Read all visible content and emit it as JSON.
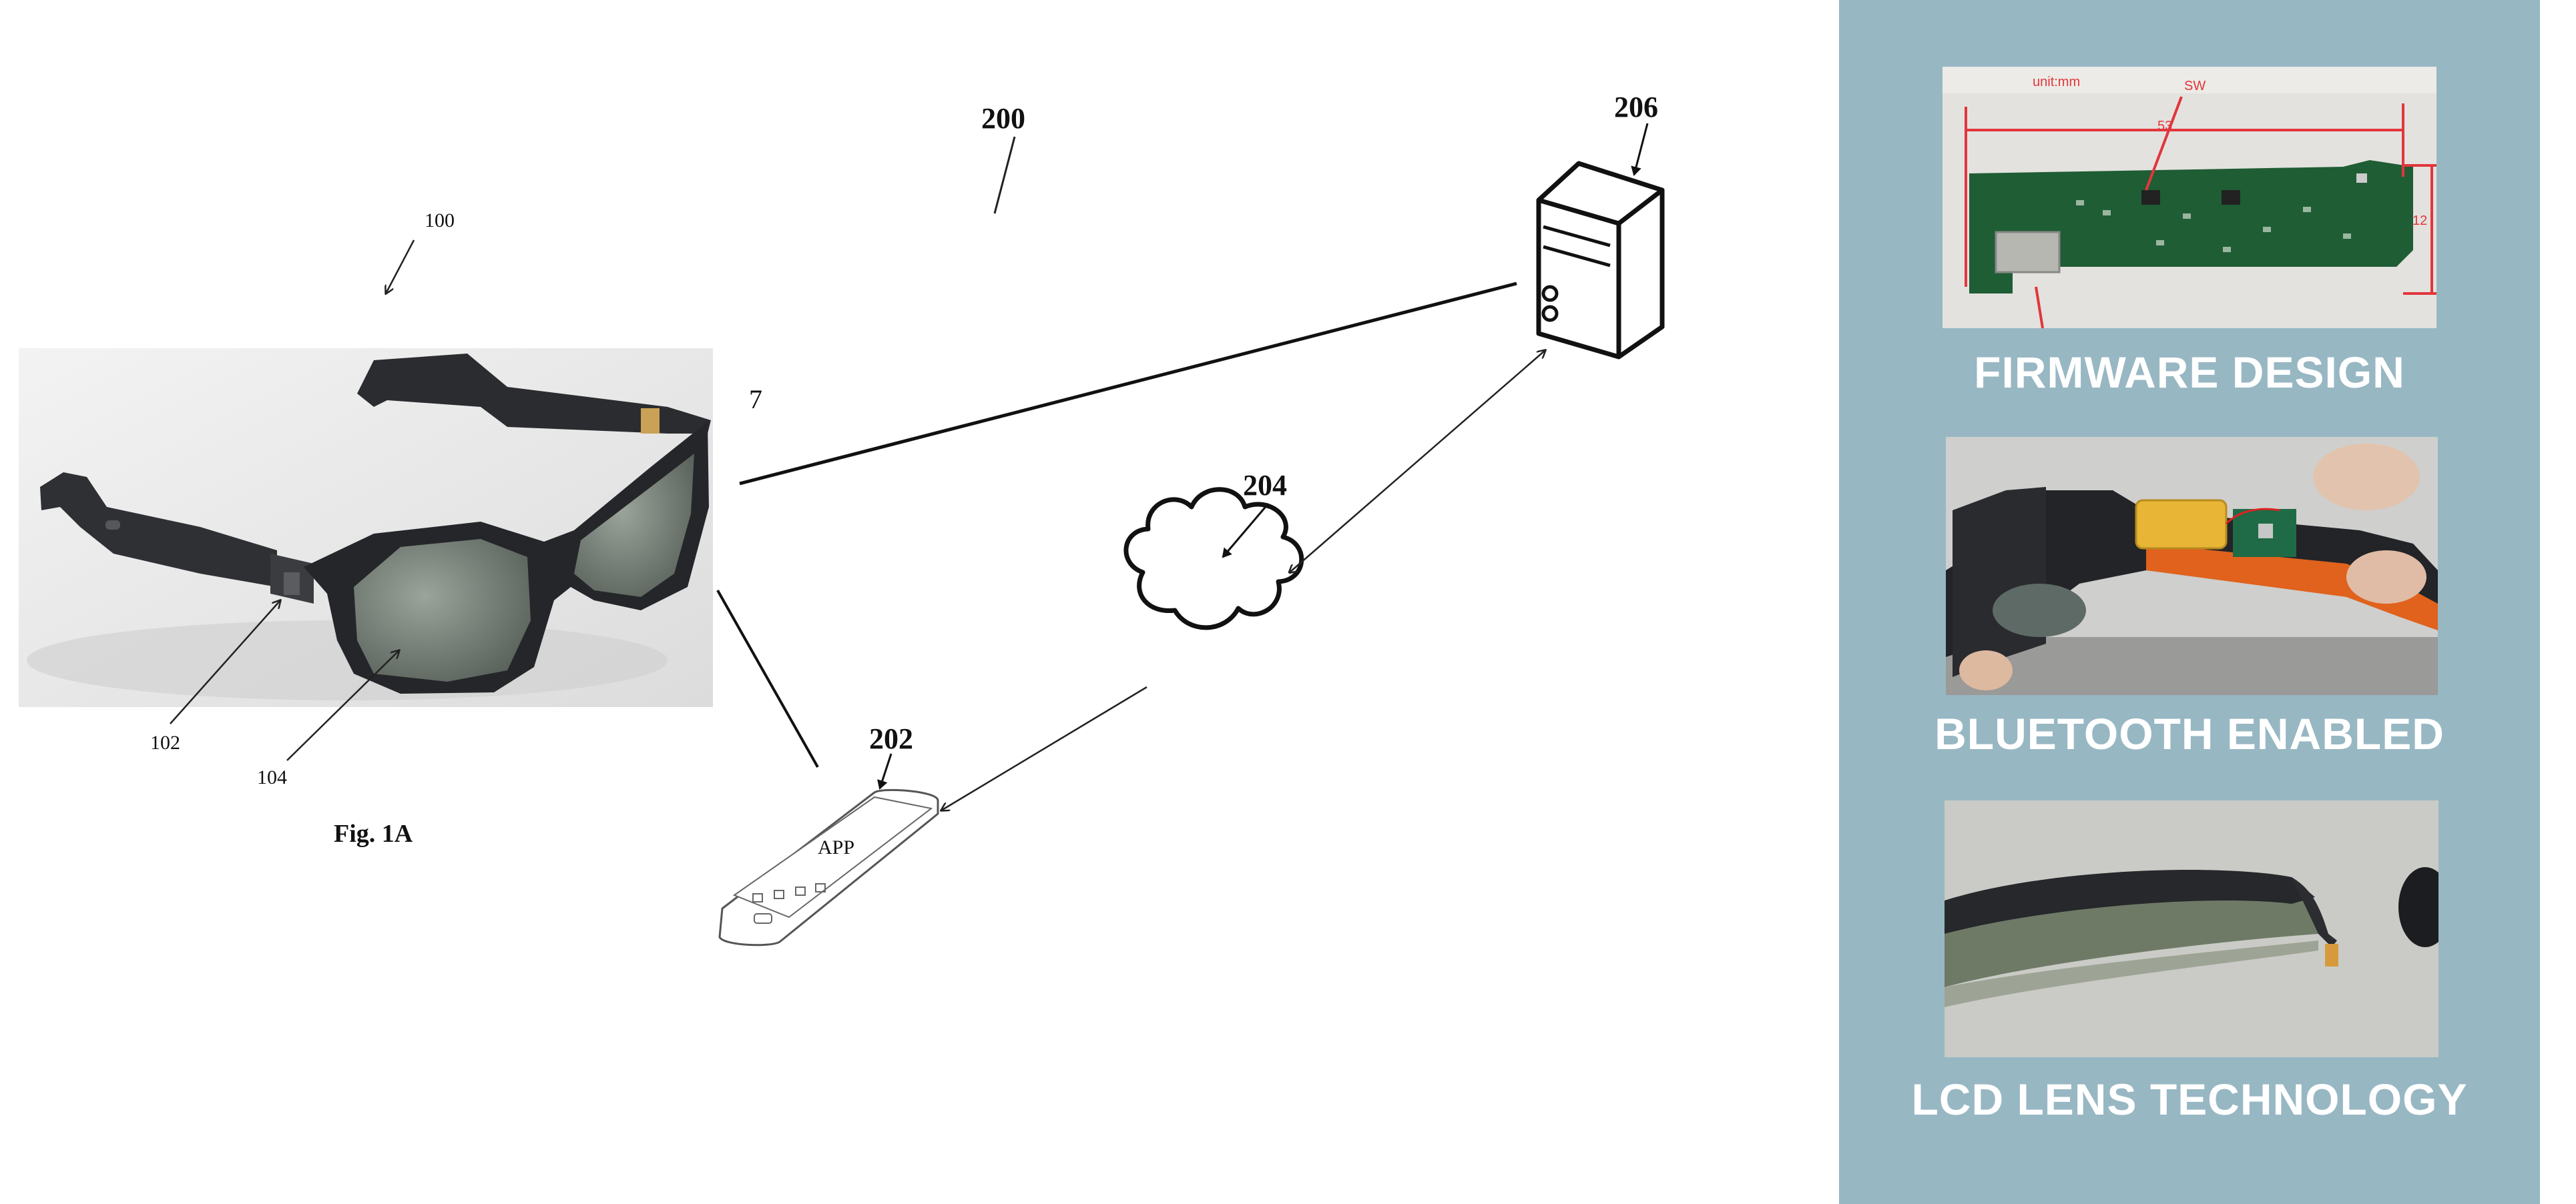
{
  "diagram": {
    "figure_label": "Fig. 1A",
    "refs": {
      "system": "200",
      "glasses": "100",
      "frame": "102",
      "lens": "104",
      "phone": "202",
      "cloud": "204",
      "server": "206",
      "stray": "7"
    },
    "phone_app_label": "APP"
  },
  "panel": {
    "colors": {
      "background": "#97b7c3",
      "text": "#ffffff"
    },
    "features": [
      {
        "title": "FIRMWARE DESIGN",
        "photo": "circuit-board"
      },
      {
        "title": "BLUETOOTH ENABLED",
        "photo": "battery-in-temple"
      },
      {
        "title": "LCD LENS TECHNOLOGY",
        "photo": "lens-side-view"
      }
    ],
    "pcb_annotations": {
      "unit": "unit:mm",
      "label_sw": "SW",
      "dim_length": "53",
      "dim_height": "12"
    }
  }
}
